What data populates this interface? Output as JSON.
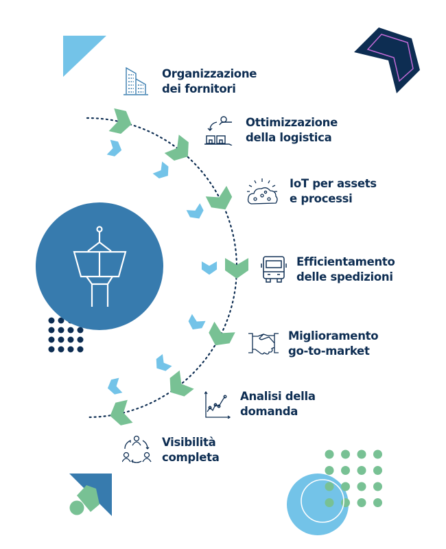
{
  "colors": {
    "navy": "#0d2d52",
    "blue": "#377bae",
    "light_blue": "#73c3e8",
    "green": "#78c194"
  },
  "center": {
    "icon": "control-tower-icon"
  },
  "items": [
    {
      "icon": "building-icon",
      "line1": "Organizzazione",
      "line2": "dei fornitori"
    },
    {
      "icon": "logistics-icon",
      "line1": "Ottimizzazione",
      "line2": "della logistica"
    },
    {
      "icon": "iot-cloud-icon",
      "line1": "IoT per assets",
      "line2": "e processi"
    },
    {
      "icon": "truck-icon",
      "line1": "Efficientamento",
      "line2": "delle spedizioni"
    },
    {
      "icon": "handshake-icon",
      "line1": "Miglioramento",
      "line2": "go-to-market"
    },
    {
      "icon": "chart-icon",
      "line1": "Analisi della",
      "line2": "domanda"
    },
    {
      "icon": "people-cycle-icon",
      "line1": "Visibilità",
      "line2": "completa"
    }
  ]
}
